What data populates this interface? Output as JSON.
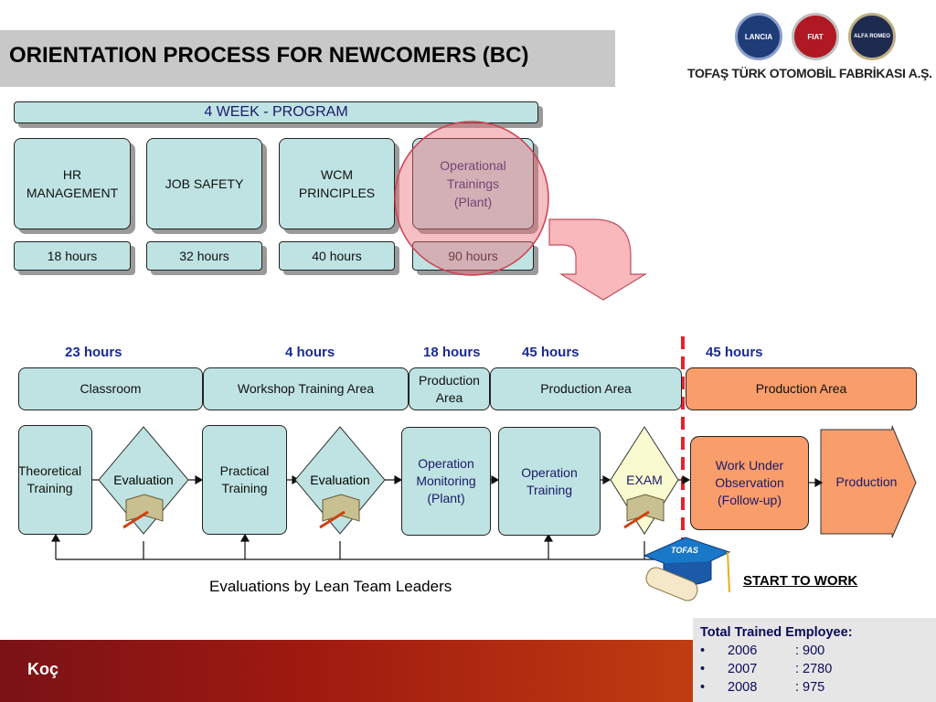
{
  "header": {
    "title": "ORIENTATION PROCESS FOR NEWCOMERS (BC)"
  },
  "brand": {
    "company": "TOFAŞ TÜRK OTOMOBİL FABRİKASI A.Ş.",
    "logos": [
      "LANCIA",
      "FIAT",
      "ALFA ROMEO"
    ],
    "footer_logo": "Koç"
  },
  "program": {
    "banner": "4 WEEK - PROGRAM",
    "modules": [
      {
        "label": "HR\nMANAGEMENT",
        "hours": "18 hours"
      },
      {
        "label": "JOB SAFETY",
        "hours": "32 hours"
      },
      {
        "label": "WCM\nPRINCIPLES",
        "hours": "40 hours"
      },
      {
        "label": "Operational\nTrainings\n(Plant)",
        "hours": "90 hours"
      }
    ]
  },
  "flow": {
    "hours": [
      "23 hours",
      "4 hours",
      "18 hours",
      "45 hours",
      "45 hours"
    ],
    "areas": [
      "Classroom",
      "Workshop Training Area",
      "Production\nArea",
      "Production Area",
      "Production Area"
    ],
    "steps": {
      "theoretical": "Theoretical\nTraining",
      "eval1": "Evaluation",
      "practical": "Practical\nTraining",
      "eval2": "Evaluation",
      "monitoring": "Operation\nMonitoring\n(Plant)",
      "op_training": "Operation\nTraining",
      "exam": "EXAM",
      "work_under": "Work Under\nObservation\n(Follow-up)",
      "production": "Production"
    },
    "evaluations_note": "Evaluations by Lean Team Leaders",
    "start_to_work": "START TO WORK",
    "cap_label": "TOFAS"
  },
  "stats": {
    "title": "Total Trained Employee:",
    "rows": [
      {
        "bullet": "•",
        "year": "2006",
        "value": ": 900"
      },
      {
        "bullet": "•",
        "year": "2007",
        "value": ": 2780"
      },
      {
        "bullet": "•",
        "year": "2008",
        "value": ": 975"
      }
    ]
  },
  "colors": {
    "box_fill": "#bfe3e3",
    "orange_fill": "#f99d6a",
    "hours_text": "#1a2a9a",
    "highlight_circle": "#e8707c",
    "dashed_line": "#e8202a"
  }
}
